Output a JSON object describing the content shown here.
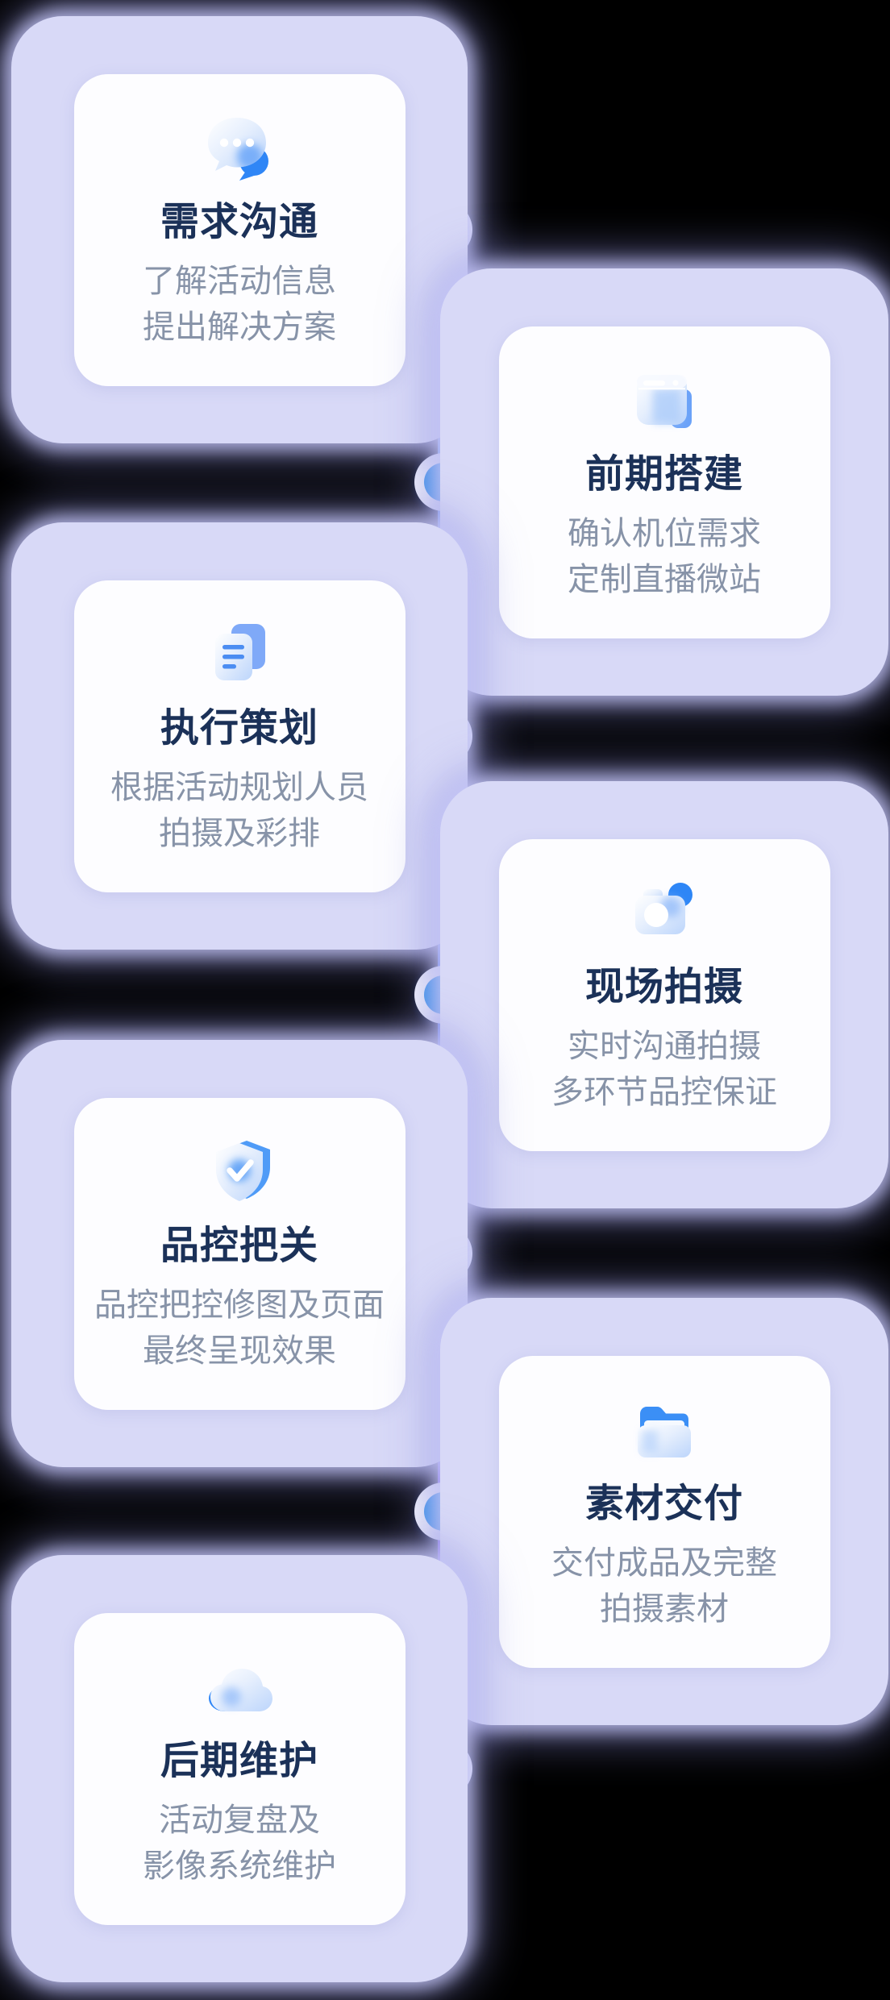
{
  "page": {
    "background_color": "#000000",
    "card_glow_color": "#D8D9F7",
    "card_background": "#FDFDFF",
    "title_color": "#1B3158",
    "description_color": "#8793A8"
  },
  "timeline": {
    "node_fill_color": "#3498EF",
    "node_ring_color": "#FFFFFF",
    "line_gradient_top": "#5BA4F8",
    "line_gradient_middle": "#2D5BF0",
    "line_gradient_bottom": "#8A10F2",
    "accent_blue": "#2F86F6"
  },
  "steps": [
    {
      "side": "left",
      "icon": "chat-bubbles-icon",
      "title": "需求沟通",
      "desc_line1": "了解活动信息",
      "desc_line2": "提出解决方案"
    },
    {
      "side": "right",
      "icon": "browser-window-icon",
      "title": "前期搭建",
      "desc_line1": "确认机位需求",
      "desc_line2": "定制直播微站"
    },
    {
      "side": "left",
      "icon": "documents-icon",
      "title": "执行策划",
      "desc_line1": "根据活动规划人员",
      "desc_line2": "拍摄及彩排"
    },
    {
      "side": "right",
      "icon": "camera-icon",
      "title": "现场拍摄",
      "desc_line1": "实时沟通拍摄",
      "desc_line2": "多环节品控保证"
    },
    {
      "side": "left",
      "icon": "shield-check-icon",
      "title": "品控把关",
      "desc_line1": "品控把控修图及页面",
      "desc_line2": "最终呈现效果"
    },
    {
      "side": "right",
      "icon": "folder-icon",
      "title": "素材交付",
      "desc_line1": "交付成品及完整",
      "desc_line2": "拍摄素材"
    },
    {
      "side": "left",
      "icon": "cloud-icon",
      "title": "后期维护",
      "desc_line1": "活动复盘及",
      "desc_line2": "影像系统维护"
    }
  ]
}
